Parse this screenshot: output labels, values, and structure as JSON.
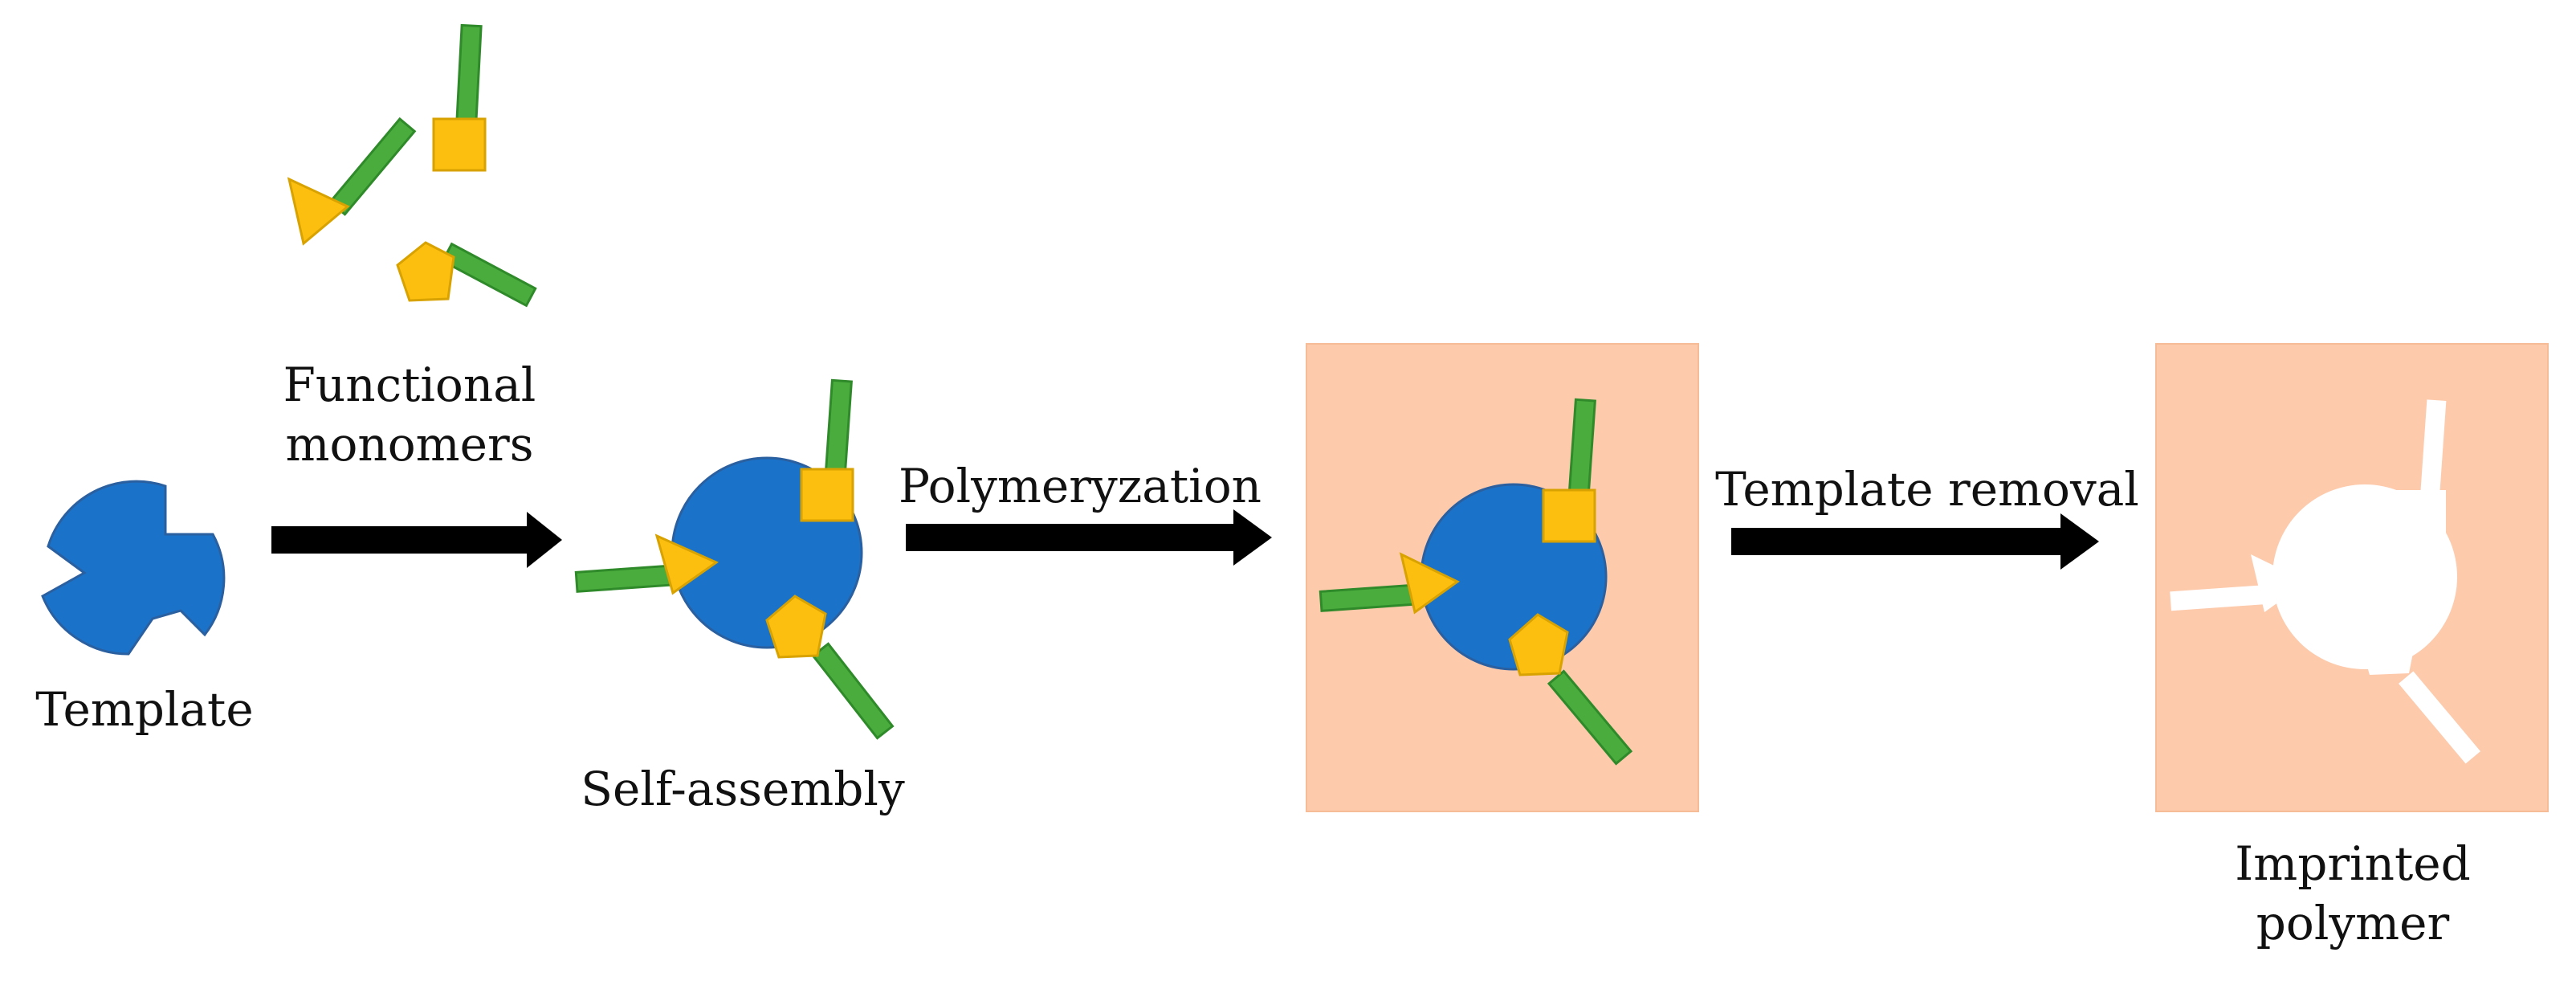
{
  "colors": {
    "template_blue": "#1a73c9",
    "template_outline": "#2a5fa0",
    "monomer_yellow": "#fdbf0f",
    "monomer_outline": "#d8a200",
    "monomer_green": "#4aac3c",
    "monomer_green_outline": "#2f8a2a",
    "polymer_matrix": "#fdcaac",
    "arrow": "#000000",
    "text": "#111111"
  },
  "icons": {
    "template": "template-shape-icon",
    "monomers": [
      "square-monomer-icon",
      "triangle-monomer-icon",
      "pentagon-monomer-icon"
    ],
    "arrows": "right-arrow-icon"
  },
  "labels": {
    "template": "Template",
    "functional_monomers": [
      "Functional",
      "monomers"
    ],
    "self_assembly": "Self-assembly",
    "polymerization": "Polymeryzation",
    "template_removal": "Template removal",
    "imprinted_polymer": [
      "Imprinted",
      "polymer"
    ]
  }
}
